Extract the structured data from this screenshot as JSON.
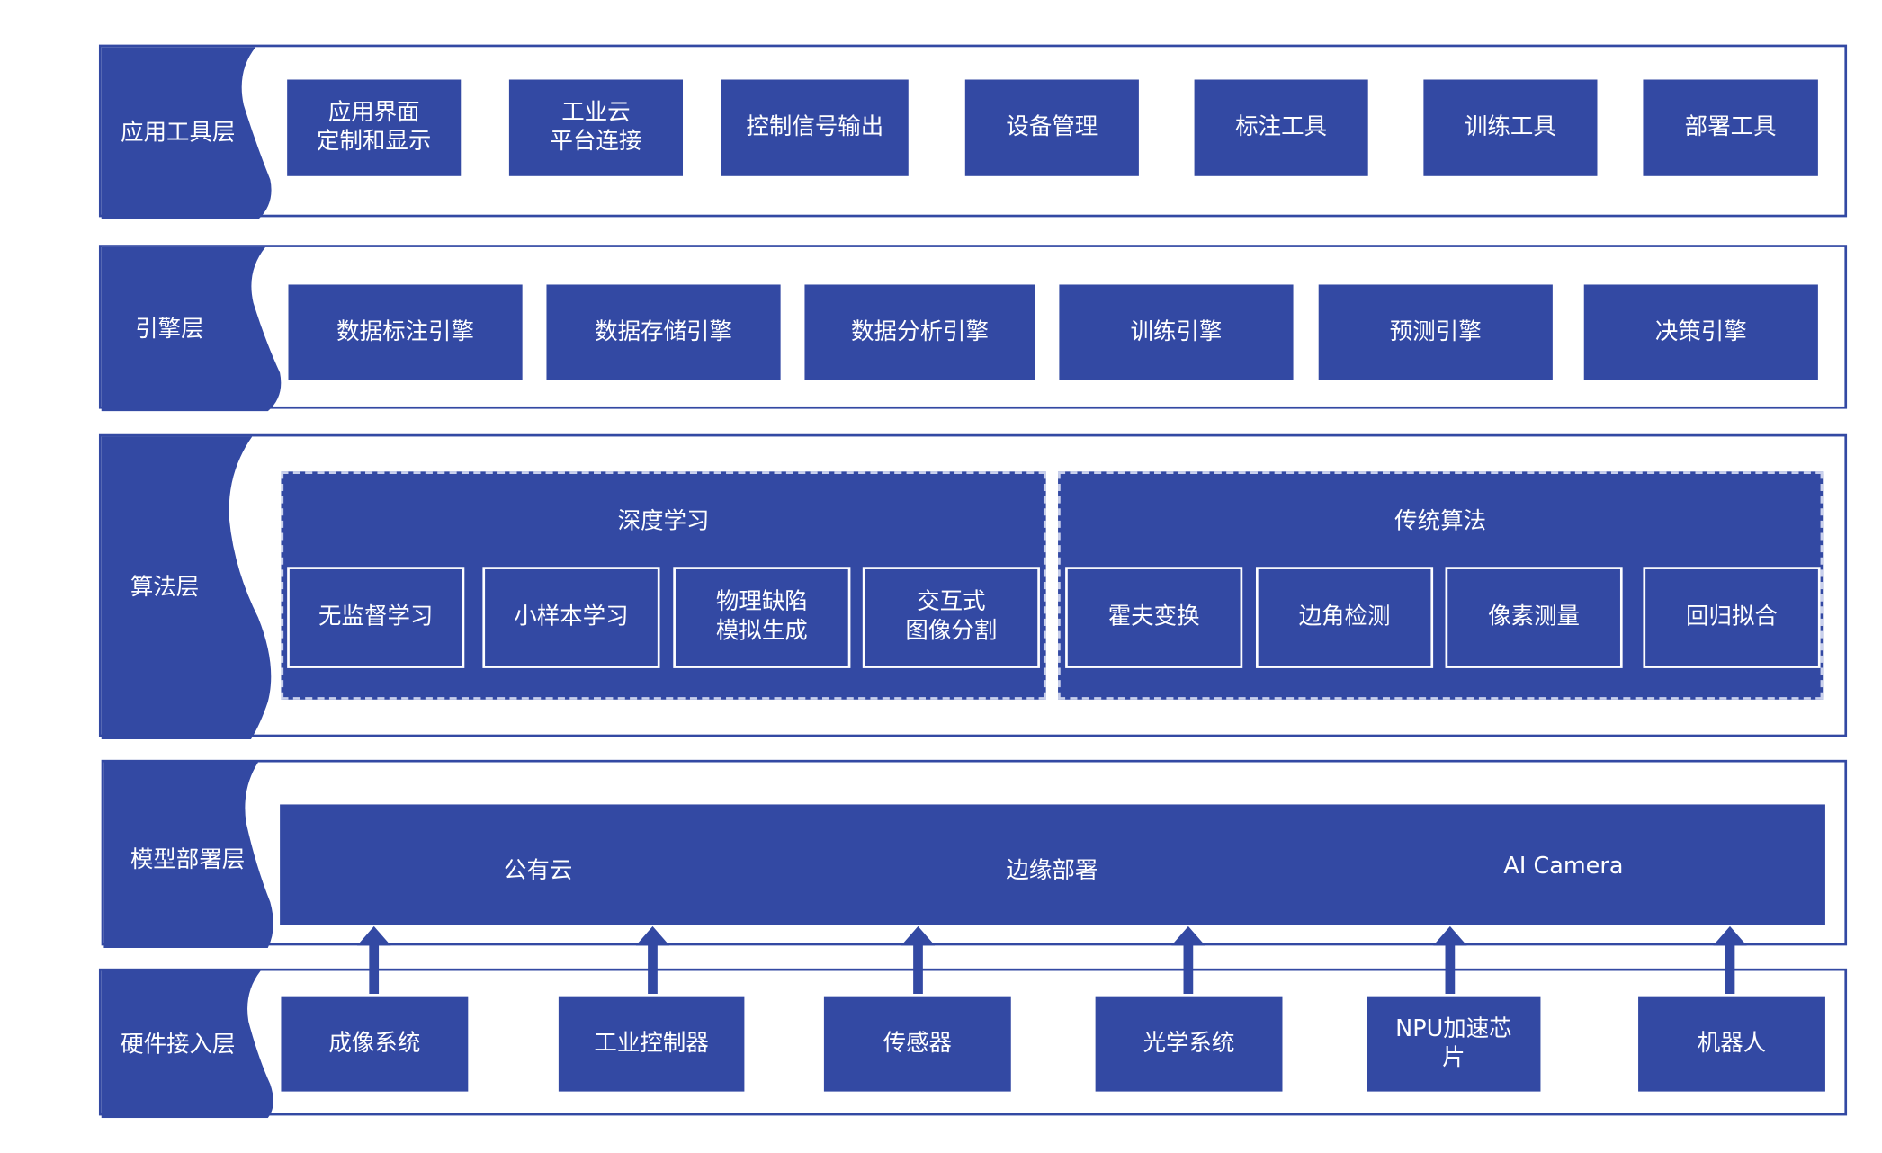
{
  "colors": {
    "primary": "#3349a3",
    "background": "#ffffff"
  },
  "layers": {
    "app": {
      "label": "应用工具层",
      "items": [
        "应用界面\n定制和显示",
        "工业云\n平台连接",
        "控制信号输出",
        "设备管理",
        "标注工具",
        "训练工具",
        "部署工具"
      ]
    },
    "engine": {
      "label": "引擎层",
      "items": [
        "数据标注引擎",
        "数据存储引擎",
        "数据分析引擎",
        "训练引擎",
        "预测引擎",
        "决策引擎"
      ]
    },
    "algorithm": {
      "label": "算法层",
      "deep_learning": {
        "title": "深度学习",
        "items": [
          "无监督学习",
          "小样本学习",
          "物理缺陷\n模拟生成",
          "交互式\n图像分割"
        ]
      },
      "traditional": {
        "title": "传统算法",
        "items": [
          "霍夫变换",
          "边角检测",
          "像素测量",
          "回归拟合"
        ]
      }
    },
    "deploy": {
      "label": "模型部署层",
      "items": [
        "公有云",
        "边缘部署",
        "AI Camera"
      ]
    },
    "hardware": {
      "label": "硬件接入层",
      "items": [
        "成像系统",
        "工业控制器",
        "传感器",
        "光学系统",
        "NPU加速芯\n片",
        "机器人"
      ]
    }
  }
}
